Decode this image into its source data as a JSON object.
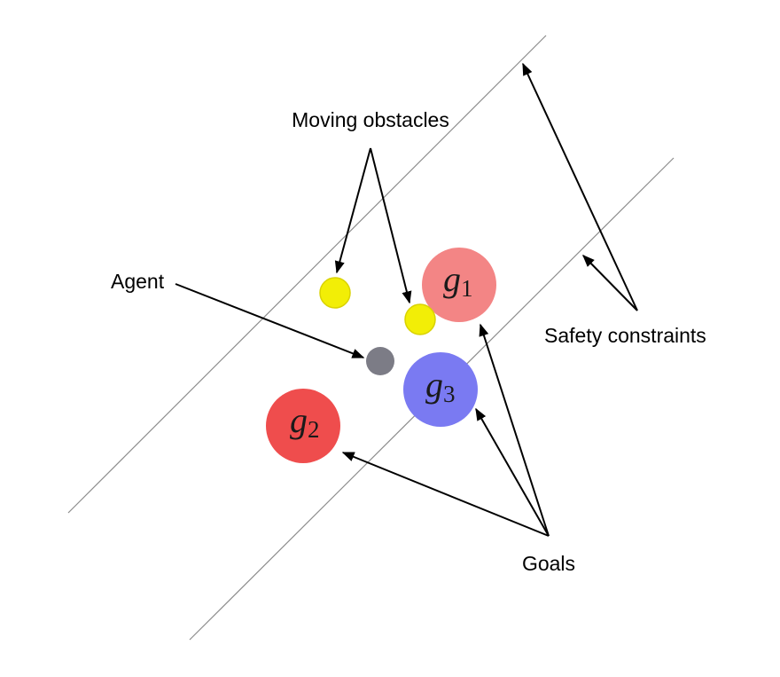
{
  "labels": {
    "moving_obstacles": "Moving obstacles",
    "agent": "Agent",
    "safety_constraints": "Safety constraints",
    "goals": "Goals"
  },
  "goals": [
    {
      "letter": "g",
      "sub": "1",
      "color": "#f38585"
    },
    {
      "letter": "g",
      "sub": "2",
      "color": "#ef4d4d"
    },
    {
      "letter": "g",
      "sub": "3",
      "color": "#7a7af2"
    }
  ],
  "colors": {
    "obstacle": "#f2ee06",
    "obstacle_stroke": "#d9d200",
    "agent": "#7c7c86",
    "boundary": "#8c8c8c",
    "arrow": "#000000"
  }
}
